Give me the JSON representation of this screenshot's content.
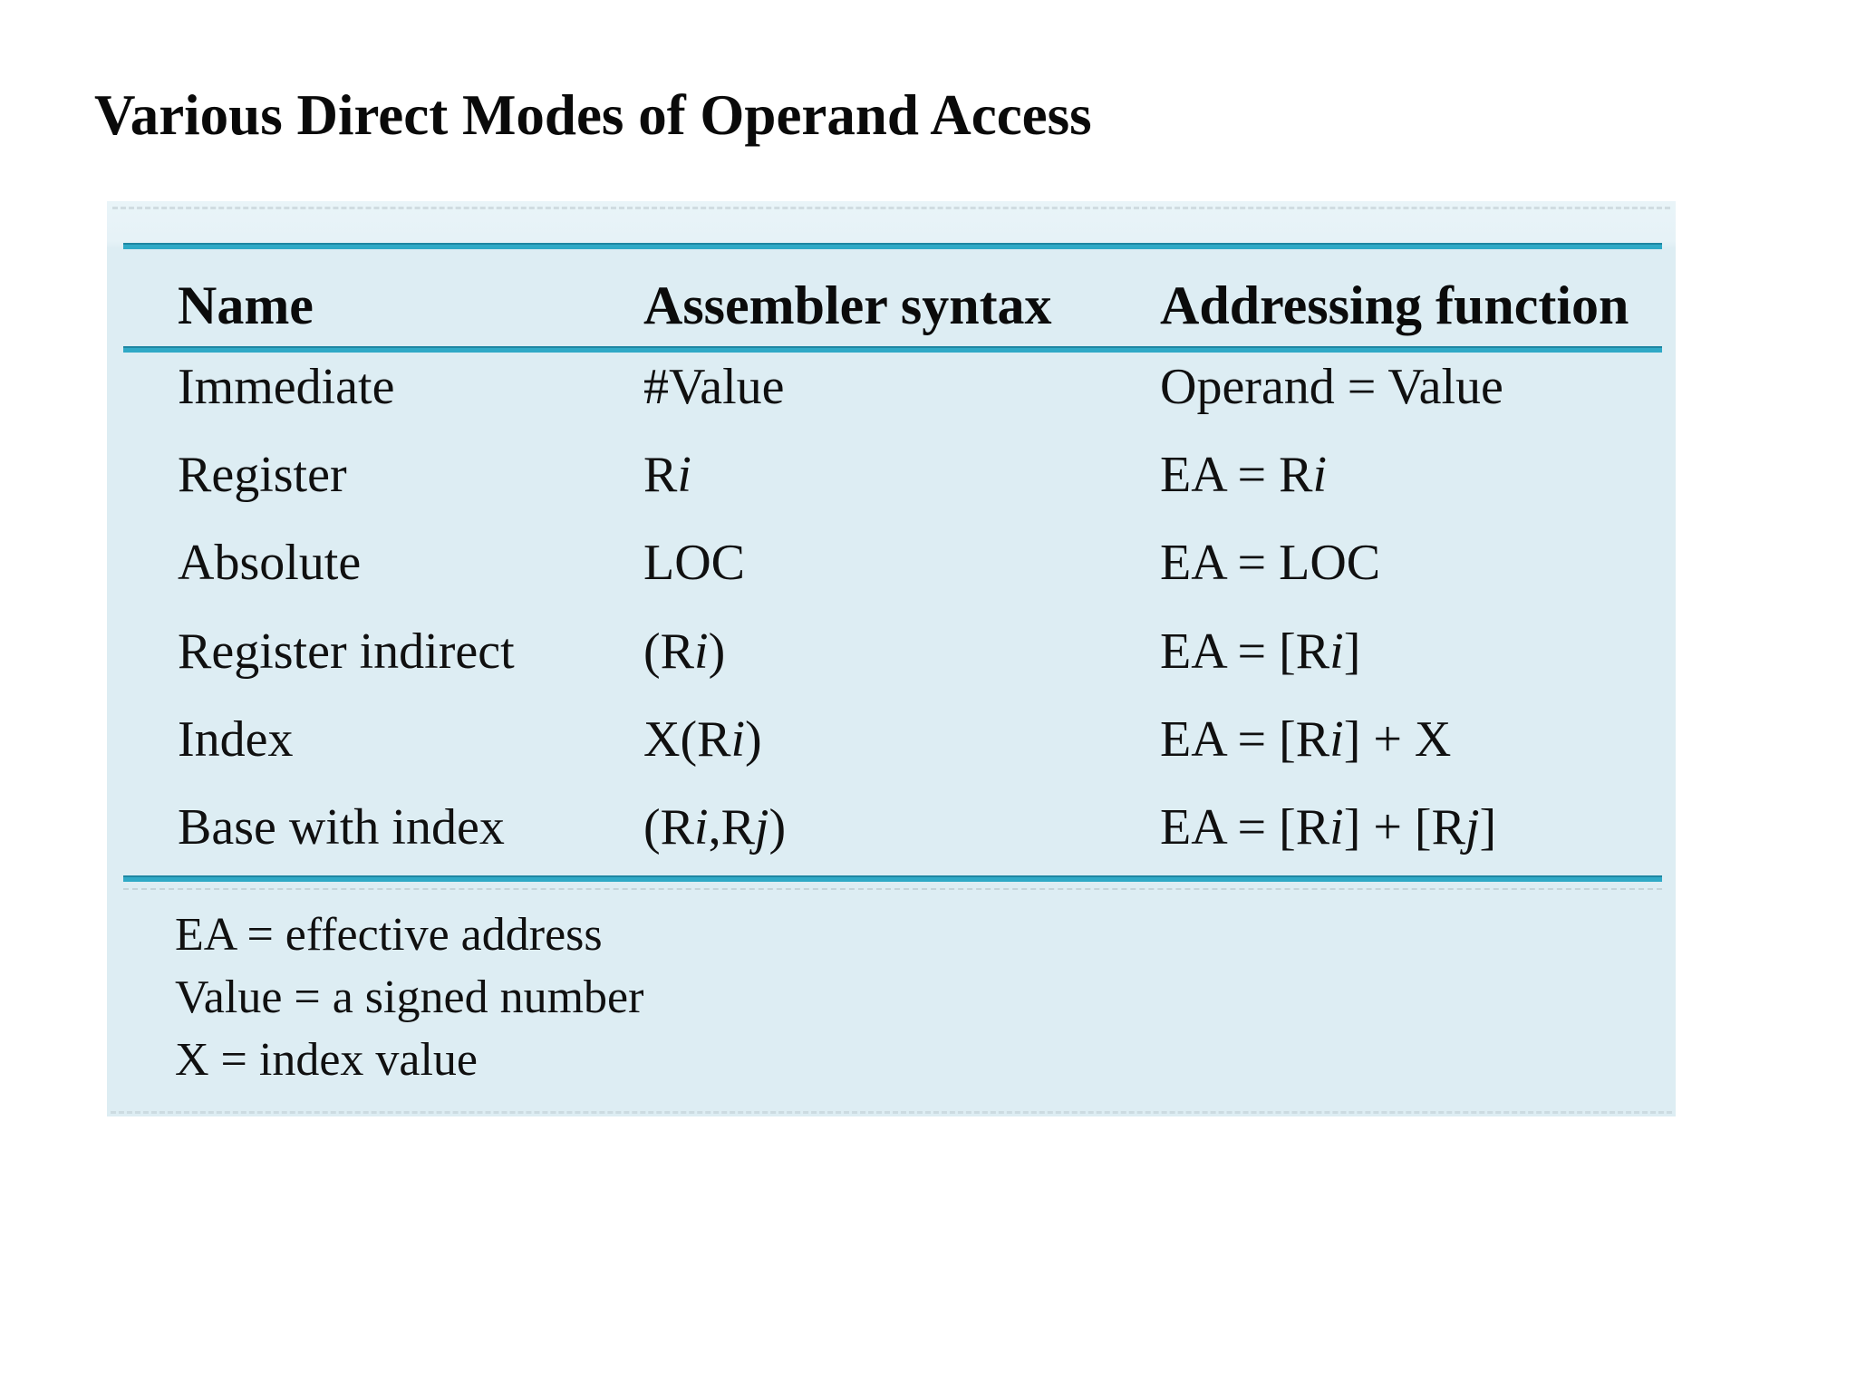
{
  "page": {
    "background_color": "#ffffff",
    "title": "Various Direct Modes of Operand Access"
  },
  "table": {
    "panel_color": "#ddedf3",
    "rule_color": "#2fa9c6",
    "text_color": "#101010",
    "headers": [
      "Name",
      "Assembler syntax",
      "Addressing function"
    ],
    "rows": [
      {
        "name": "Immediate",
        "syntax": [
          [
            "#Value",
            false
          ]
        ],
        "function": [
          [
            "Operand = Value",
            false
          ]
        ]
      },
      {
        "name": "Register",
        "syntax": [
          [
            "R",
            false
          ],
          [
            "i",
            true
          ]
        ],
        "function": [
          [
            "EA = R",
            false
          ],
          [
            "i",
            true
          ]
        ]
      },
      {
        "name": "Absolute",
        "syntax": [
          [
            "LOC",
            false
          ]
        ],
        "function": [
          [
            "EA = LOC",
            false
          ]
        ]
      },
      {
        "name": "Register indirect",
        "syntax": [
          [
            "(R",
            false
          ],
          [
            "i",
            true
          ],
          [
            ")",
            false
          ]
        ],
        "function": [
          [
            "EA = [R",
            false
          ],
          [
            "i",
            true
          ],
          [
            "]",
            false
          ]
        ]
      },
      {
        "name": "Index",
        "syntax": [
          [
            "X(R",
            false
          ],
          [
            "i",
            true
          ],
          [
            ")",
            false
          ]
        ],
        "function": [
          [
            "EA = [R",
            false
          ],
          [
            "i",
            true
          ],
          [
            "] + X",
            false
          ]
        ]
      },
      {
        "name": "Base with index",
        "syntax": [
          [
            "(R",
            false
          ],
          [
            "i",
            true
          ],
          [
            ",R",
            false
          ],
          [
            "j",
            true
          ],
          [
            ")",
            false
          ]
        ],
        "function": [
          [
            "EA = [R",
            false
          ],
          [
            "i",
            true
          ],
          [
            "] + [R",
            false
          ],
          [
            "j",
            true
          ],
          [
            "]",
            false
          ]
        ]
      }
    ],
    "notes": [
      "EA = effective address",
      "Value = a signed number",
      "X = index value"
    ]
  }
}
